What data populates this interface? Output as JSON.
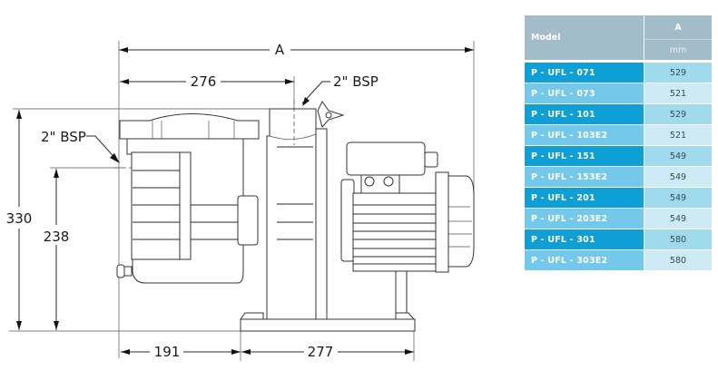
{
  "drawing": {
    "title": "Pump dimensional drawing",
    "dimensions": {
      "overall_length": "A",
      "inlet_to_outlet": "276",
      "outlet_label": "2\" BSP",
      "inlet_label": "2\" BSP",
      "total_height": "330",
      "inlet_height": "238",
      "front_to_base": "191",
      "base_length": "277"
    }
  },
  "table": {
    "header": {
      "model": "Model",
      "a": "A",
      "unit": "mm"
    },
    "rows": [
      {
        "model": "P - UFL - 071",
        "a": "529"
      },
      {
        "model": "P - UFL - 073",
        "a": "521"
      },
      {
        "model": "P - UFL - 101",
        "a": "529"
      },
      {
        "model": "P - UFL - 103E2",
        "a": "521"
      },
      {
        "model": "P - UFL - 151",
        "a": "549"
      },
      {
        "model": "P - UFL - 153E2",
        "a": "549"
      },
      {
        "model": "P - UFL - 201",
        "a": "549"
      },
      {
        "model": "P - UFL - 203E2",
        "a": "549"
      },
      {
        "model": "P - UFL - 301",
        "a": "580"
      },
      {
        "model": "P - UFL - 303E2",
        "a": "580"
      }
    ],
    "colors": {
      "header_bg": "#a3bcc9",
      "model_dark": "#0e9fd6",
      "model_light": "#74c8ea",
      "value_dark": "#9fdaed",
      "value_light": "#cdeaf5"
    }
  }
}
